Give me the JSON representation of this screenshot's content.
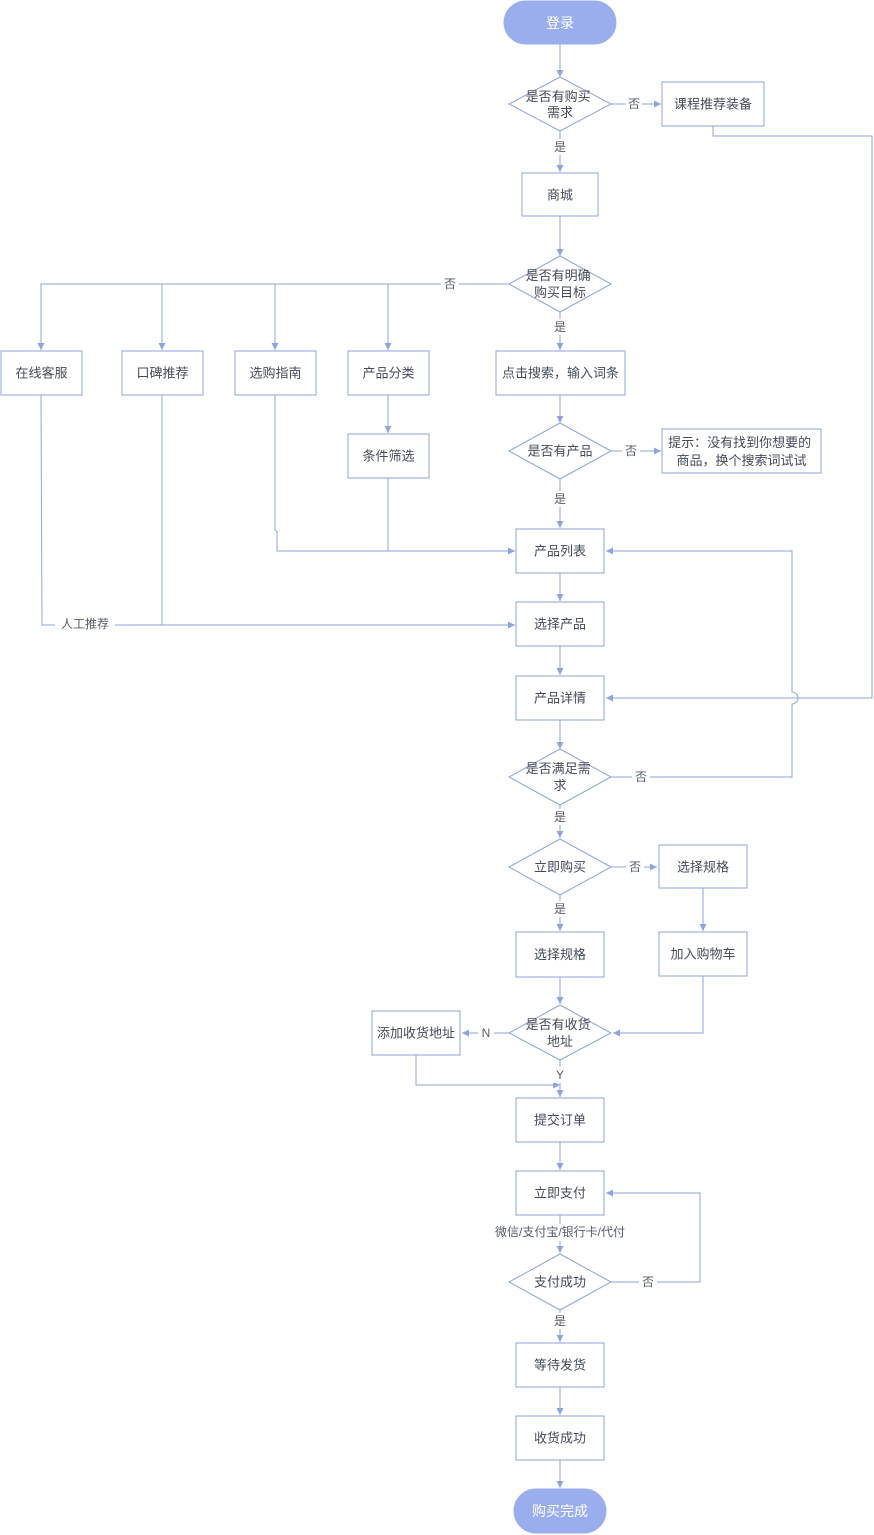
{
  "nodes": {
    "login": "登录",
    "q_need": [
      "是否有购买",
      "需求"
    ],
    "course_rec": "课程推荐装备",
    "mall": "商城",
    "q_goal": [
      "是否有明确",
      "购买目标"
    ],
    "online_cs": "在线客服",
    "wom_rec": "口碑推荐",
    "guide": "选购指南",
    "category": "产品分类",
    "filter": "条件筛选",
    "search": "点击搜索，输入词条",
    "q_product": "是否有产品",
    "tip": [
      "提示：没有找到你想要的",
      "商品，换个搜索词试试"
    ],
    "list": "产品列表",
    "select": "选择产品",
    "detail": "产品详情",
    "q_meet": [
      "是否满足需",
      "求"
    ],
    "q_buy": "立即购买",
    "spec_right": "选择规格",
    "spec_center": "选择规格",
    "cart": "加入购物车",
    "q_addr": [
      "是否有收货",
      "地址"
    ],
    "add_addr": "添加收货地址",
    "submit": "提交订单",
    "pay": "立即支付",
    "q_paid": "支付成功",
    "wait_ship": "等待发货",
    "received": "收货成功",
    "done": "购买完成"
  },
  "edge_labels": {
    "no": "否",
    "yes": "是",
    "n": "N",
    "y": "Y",
    "manual_rec": "人工推荐",
    "pay_methods": "微信/支付宝/银行卡/代付"
  },
  "colors": {
    "stroke": "#8fa3dc",
    "terminal_fill": "#9aaeee",
    "text": "#444a5a"
  }
}
